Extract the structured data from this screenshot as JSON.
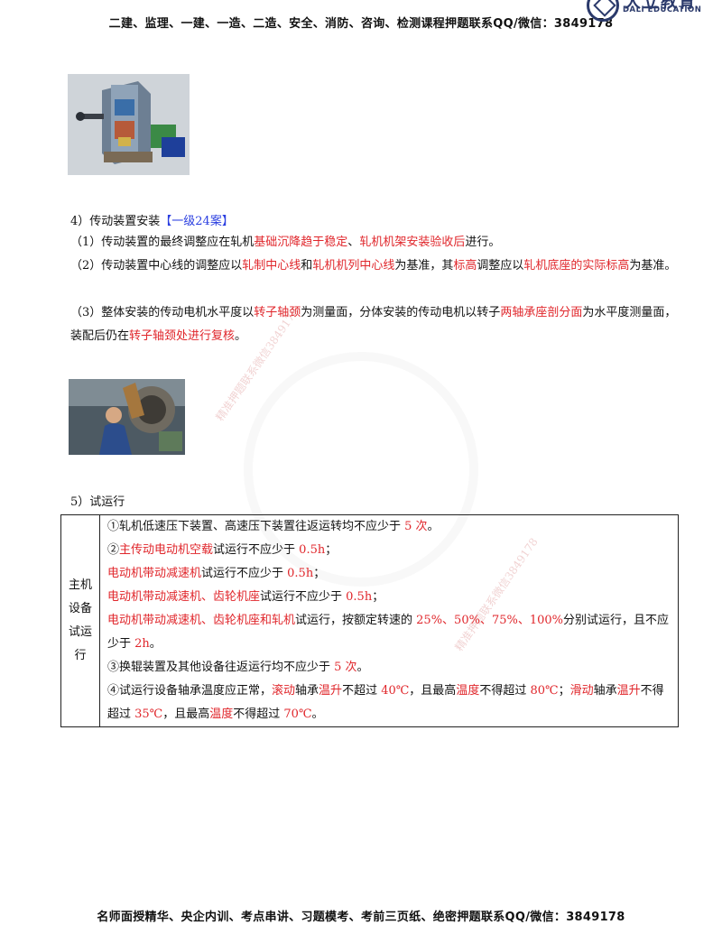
{
  "header": {
    "text": "二建、监理、一建、一造、二造、安全、消防、咨询、检测课程押题联系QQ/微信：3849178",
    "logo_cn": "大立教育",
    "logo_en": "DALI EDUCATION"
  },
  "footer": {
    "text": "名师面授精华、央企内训、考点串讲、习题模考、考前三页纸、绝密押题联系QQ/微信：3849178"
  },
  "section4": {
    "title": "4）传动装置安装",
    "tag": "【一级24案】",
    "p1": {
      "a": "（1）传动装置的最终调整应在轧机",
      "b": "基础沉降趋于稳定",
      "c": "、",
      "d": "轧机机架安装验收后",
      "e": "进行。"
    },
    "p2": {
      "a": "（2）传动装置中心线的调整应以",
      "b": "轧制中心线",
      "c": "和",
      "d": "轧机机列中心线",
      "e": "为基准，其",
      "f": "标高",
      "g": "调整应以",
      "h": "轧机底座的实际标高",
      "i": "为基准。"
    },
    "p3": {
      "a": "（3）整体安装的传动电机水平度以",
      "b": "转子轴颈",
      "c": "为测量面，分体安装的传动电机以转子",
      "d": "两轴承座剖分面",
      "e": "为水平度测量面，装配后仍在",
      "f": "转子轴颈处进行复核",
      "g": "。"
    }
  },
  "section5": {
    "title": "5）试运行",
    "label": "主机设备试运行",
    "r1": {
      "a": "①轧机低速压下装置、高速压下装置往返运转均不应少于 ",
      "b": "5 次",
      "c": "。"
    },
    "r2": {
      "a": "②",
      "b": "主传动电动机空载",
      "c": "试运行不应少于 ",
      "d": "0.5h",
      "e": "；"
    },
    "r3": {
      "a": "电动机带动减速机",
      "b": "试运行不应少于 ",
      "c": "0.5h",
      "d": "；"
    },
    "r4": {
      "a": "电动机带动减速机、齿轮机座",
      "b": "试运行不应少于 ",
      "c": "0.5h",
      "d": "；"
    },
    "r5": {
      "a": "电动机带动减速机、齿轮机座和轧机",
      "b": "试运行，按额定转速的 ",
      "c": "25%、50%、75%、100%",
      "d": "分别试运行，且不应少于 ",
      "e": "2h",
      "f": "。"
    },
    "r6": {
      "a": "③换辊装置及其他设备往返运行均不应少于 ",
      "b": "5 次",
      "c": "。"
    },
    "r7": {
      "a": "④试运行设备轴承温度应正常，",
      "b": "滚动",
      "c": "轴承",
      "d": "温升",
      "e": "不超过 ",
      "f": "40℃",
      "g": "，且最高",
      "h": "温度",
      "i": "不得超过 ",
      "j": "80℃",
      "k": "；",
      "l": "滑动",
      "m": "轴承",
      "n": "温升",
      "o": "不得超过 ",
      "p": "35℃",
      "q": "，且最高",
      "r": "温度",
      "s": "不得超过 ",
      "t": "70℃",
      "u": "。"
    }
  },
  "colors": {
    "highlight_red": "#e0262b",
    "highlight_blue": "#2a3ee0",
    "brand": "#2b3a6b"
  },
  "icons": {
    "logo": "dali-logo-icon"
  }
}
